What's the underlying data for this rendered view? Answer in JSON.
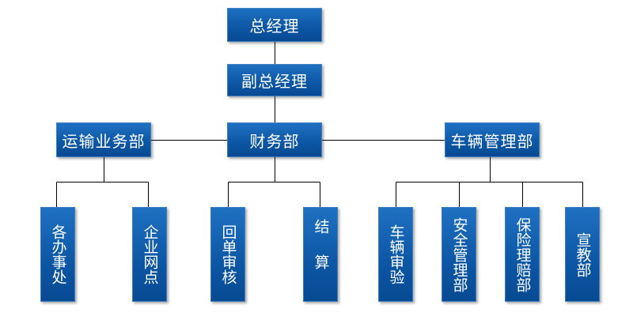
{
  "org_chart": {
    "general_manager": "总经理",
    "deputy_general_manager": "副总经理",
    "departments": {
      "transport_business": {
        "label": "运输业务部",
        "units": [
          "各办事处",
          "企业网点"
        ]
      },
      "finance": {
        "label": "财务部",
        "units": [
          "回单审核",
          "结算"
        ]
      },
      "vehicle_management": {
        "label": "车辆管理部",
        "units": [
          "车辆审验",
          "安全管理部",
          "保险理赔部",
          "宣教部"
        ]
      }
    }
  },
  "colors": {
    "box_fill": "#0c56a4",
    "box_text": "#ffffff",
    "connector": "#000000"
  }
}
